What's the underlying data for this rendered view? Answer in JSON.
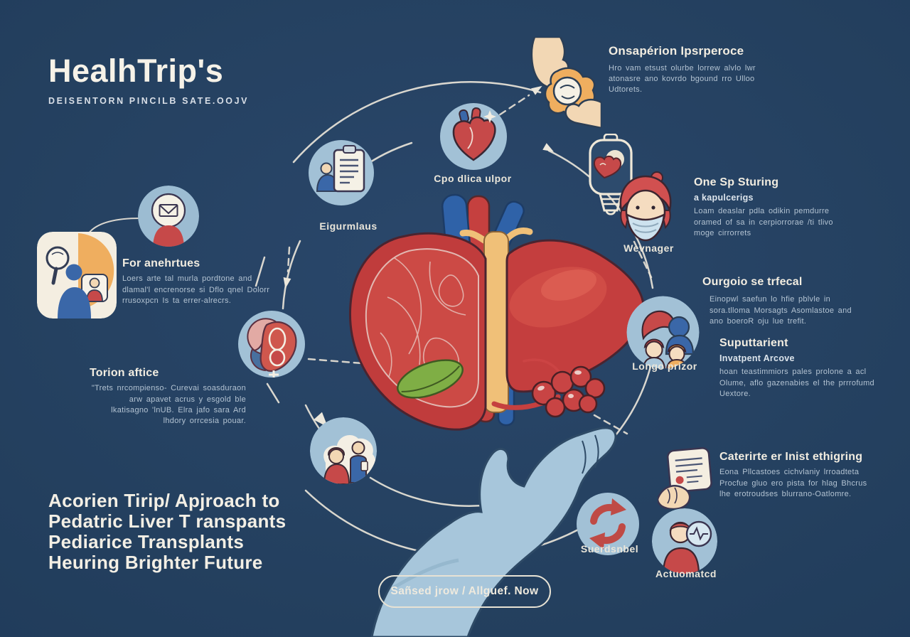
{
  "brand": {
    "title": "HealhTrip's",
    "subtitle": "DEISENTORN PINCILB SATE.OOJV"
  },
  "sections": {
    "onsaperion": {
      "heading": "Onsapérion Ipsrperoce",
      "body": "Hro vam etsust olurbe lorrew alvlo lwr atonasre ano kovrdo bgound rro Ulloo Udtorets."
    },
    "one_sp": {
      "heading": "One Sp Sturing",
      "subheading": "a kapulcerigs",
      "body": "Loam deaslar pdla odikin pemdurre oramed of sa in cerpiorrorae /ti tlivo moge cirrorrets"
    },
    "ourgoio": {
      "heading": "Ourgoio se trfecal",
      "body": "Einopwl saefun lo hfie pblvle in sora.tlloma Morsagts Asomlastoe and ano boeroR oju lue trefit."
    },
    "suputarient": {
      "heading": "Suputtarient",
      "subheading": "Invatpent Arcove",
      "body": "hoan teastimmiors pales prolone a acl Olume, aflo gazenabies el the prrrofumd Uextore."
    },
    "caterirte": {
      "heading": "Caterirte er Inist ethigring",
      "body": "Eona Pllcastoes cichvlaniy lrroadteta Procfue gluo ero pista for hlag Bhcrus lhe erotroudses blurrano-Oatlomre."
    },
    "for_anehrtues": {
      "heading": "For anehrtues",
      "body": "Loers arte tal murla pordtone and dlamal'l encrenorse si Dflo qnel Dolorr rrusoxpcn Is ta errer-alrecrs."
    },
    "torion": {
      "heading": "Torion aftice",
      "body": "\"Trets nrcompienso- Curevai soasduraon arw apavet acrus y esgold ble lkatisagno 'lnUB. Elra jafo sara Ard lhdory orrcesia pouar."
    }
  },
  "icon_labels": {
    "heart": "Cpo dlica ulpor",
    "clipboard": "Eigurmlaus",
    "nurse": "Wevnager",
    "group": "Longo prizor",
    "refresh": "Suerdsnbel",
    "patient": "Actuomatcd"
  },
  "footer": {
    "title_lines": [
      "Acorien Tirip/ Apjroach to",
      "Pedatric Liver T ranspants",
      "Pediarice Transplants",
      "Heuring Brighter Future"
    ],
    "cta": "Sañsed jrow / Allguef. Now"
  },
  "colors": {
    "background": "#24405f",
    "cream_text": "#f2ecdf",
    "body_text": "#b3c3d2",
    "icon_circle_bg": "#a2c1d6",
    "accent_red": "#c64949",
    "liver_red": "#c03c3c",
    "vessel_blue": "#3a67a8",
    "hilum_yellow": "#f0c078",
    "gallbladder_green": "#7fae45",
    "glove_blue": "#a7c6db",
    "skin": "#f2d7b4",
    "orange": "#efae5f"
  }
}
